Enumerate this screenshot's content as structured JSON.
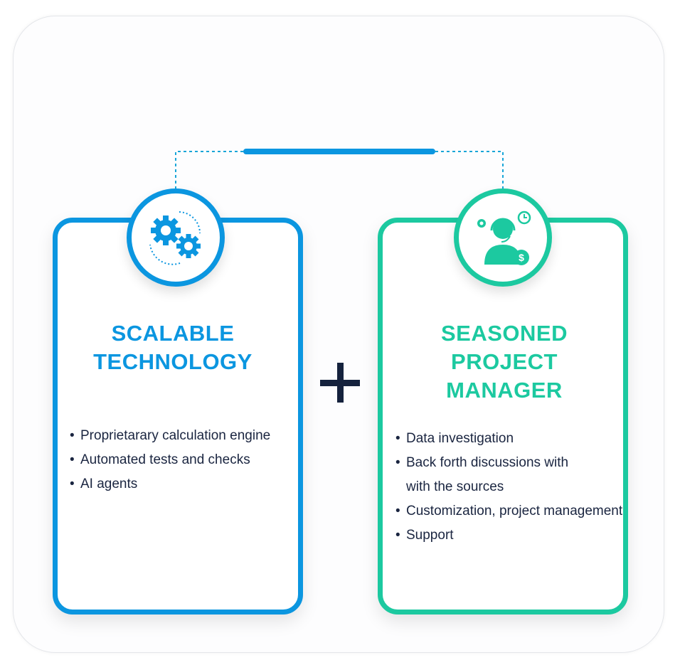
{
  "colors": {
    "technology": "#0b96e0",
    "manager": "#1cc9a0",
    "text": "#1a2540",
    "plus": "#15223d"
  },
  "left_card": {
    "icon": "gears-cycle-icon",
    "title_lines": [
      "SCALABLE",
      "TECHNOLOGY"
    ],
    "bullets": [
      "Proprietarary calculation engine",
      "Automated tests and checks",
      "AI agents"
    ]
  },
  "right_card": {
    "icon": "support-agent-icon",
    "title_lines": [
      "SEASONED",
      "PROJECT",
      "MANAGER"
    ],
    "bullets": [
      "Data investigation",
      "Back forth discussions with",
      "with the sources",
      "Customization, project management",
      "Support"
    ]
  },
  "operator": "plus-icon"
}
